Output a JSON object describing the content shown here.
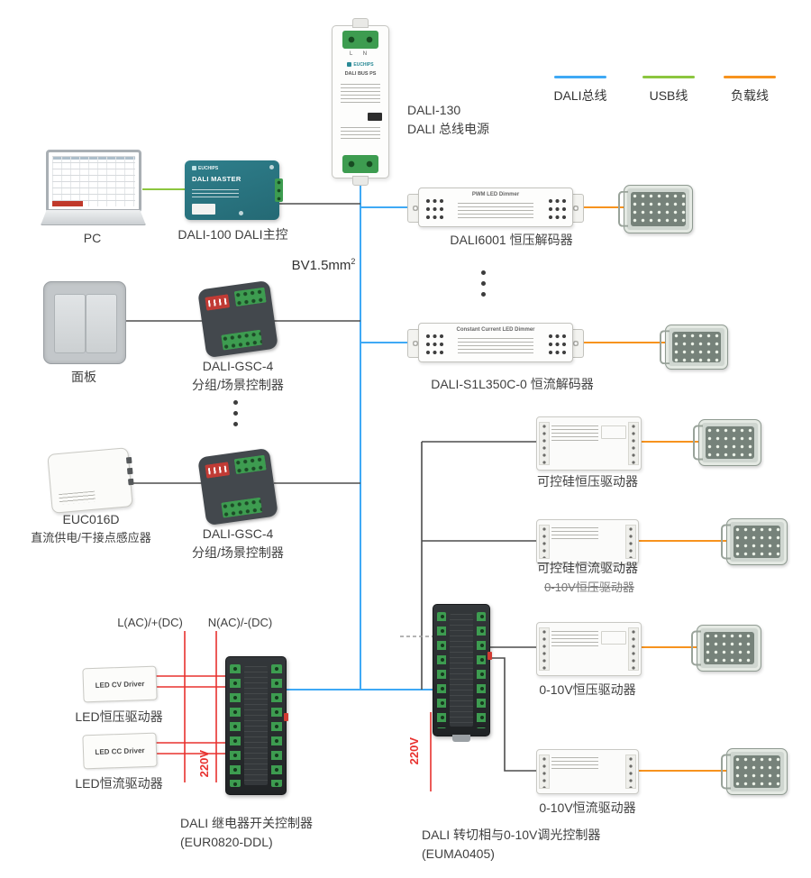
{
  "colors": {
    "dali_bus": "#3fa9f5",
    "usb": "#8cc63f",
    "load": "#f7931e",
    "power": "#e8322f",
    "wire": "#4d4d4d",
    "dashed": "#9b9b9b"
  },
  "legend": {
    "items": [
      {
        "label": "DALI总线",
        "color": "#3fa9f5"
      },
      {
        "label": "USB线",
        "color": "#8cc63f"
      },
      {
        "label": "负载线",
        "color": "#f7931e"
      }
    ]
  },
  "wire_labels": {
    "bv": "BV1.5mm",
    "bv_sup": "2",
    "line_l": "L(AC)/+(DC)",
    "line_n": "N(AC)/-(DC)",
    "v220_left": "220V",
    "v220_center": "220V"
  },
  "devices": {
    "dali130": {
      "name": "DALI-130",
      "desc": "DALI 总线电源",
      "terminal_label": "L N",
      "logo_text": "EUCHIPS",
      "body_text": "DALI BUS PS"
    },
    "pc": {
      "label": "PC"
    },
    "dali100": {
      "label": "DALI-100  DALI主控",
      "logo_text": "EUCHIPS",
      "body_text": "DALI MASTER"
    },
    "panel": {
      "label": "面板"
    },
    "gsc4_top": {
      "name": "DALI-GSC-4",
      "desc": "分组/场景控制器"
    },
    "euc016d": {
      "name": "EUC016D",
      "desc": "直流供电/干接点感应器"
    },
    "gsc4_bottom": {
      "name": "DALI-GSC-4",
      "desc": "分组/场景控制器"
    },
    "dali6001": {
      "label": "DALI6001 恒压解码器",
      "body_text": "PWM LED Dimmer"
    },
    "s1l350": {
      "label": "DALI-S1L350C-0  恒流解码器",
      "body_text": "Constant Current LED Dimmer"
    },
    "triac_cv": {
      "label": "可控硅恒压驱动器"
    },
    "triac_cc": {
      "label": "可控硅恒流驱动器"
    },
    "struck_label": {
      "label": "0-10V恒压驱动器"
    },
    "v010_cv": {
      "label": "0-10V恒压驱动器"
    },
    "v010_cc": {
      "label": "0-10V恒流驱动器"
    },
    "led_cv": {
      "label": "LED恒压驱动器",
      "body_text": "LED CV Driver"
    },
    "led_cc": {
      "label": "LED恒流驱动器",
      "body_text": "LED CC Driver"
    },
    "relay": {
      "name": "DALI 继电器开关控制器",
      "desc": "(EUR0820-DDL)"
    },
    "euma": {
      "name": "DALI 转切相与0-10V调光控制器",
      "desc": "(EUMA0405)"
    }
  }
}
